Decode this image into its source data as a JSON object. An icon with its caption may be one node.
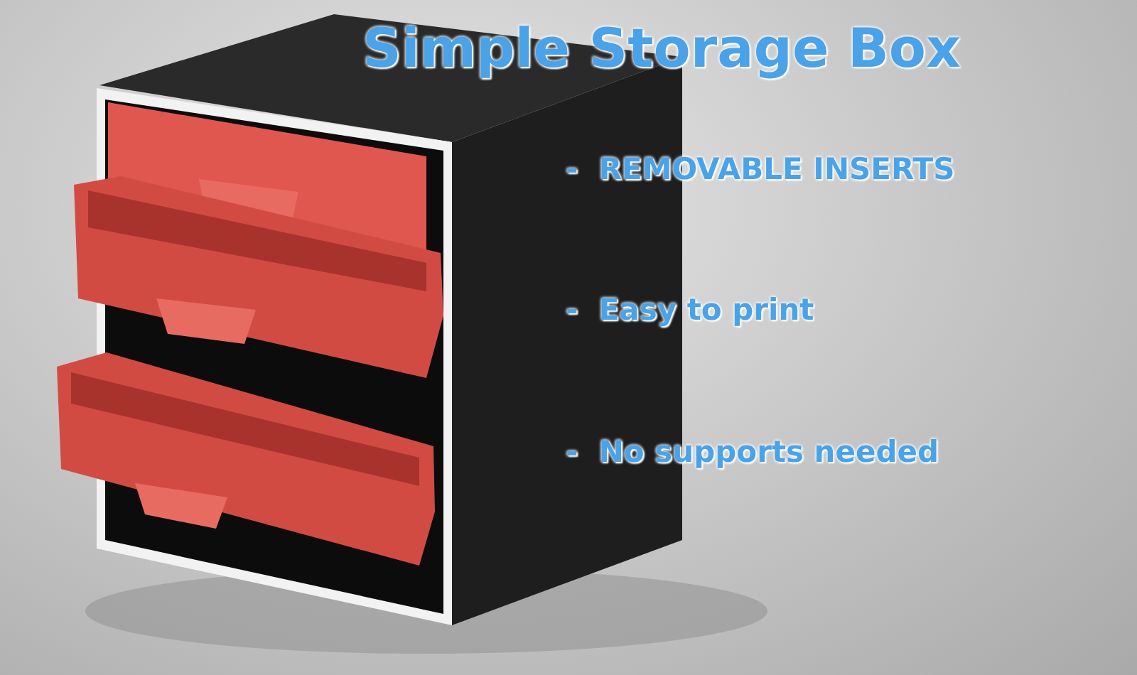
{
  "diagram": {
    "title": "Simple Storage Box",
    "labels": [
      "-  REMOVABLE INSERTS",
      "-  Easy to print",
      "-  No supports needed"
    ]
  }
}
